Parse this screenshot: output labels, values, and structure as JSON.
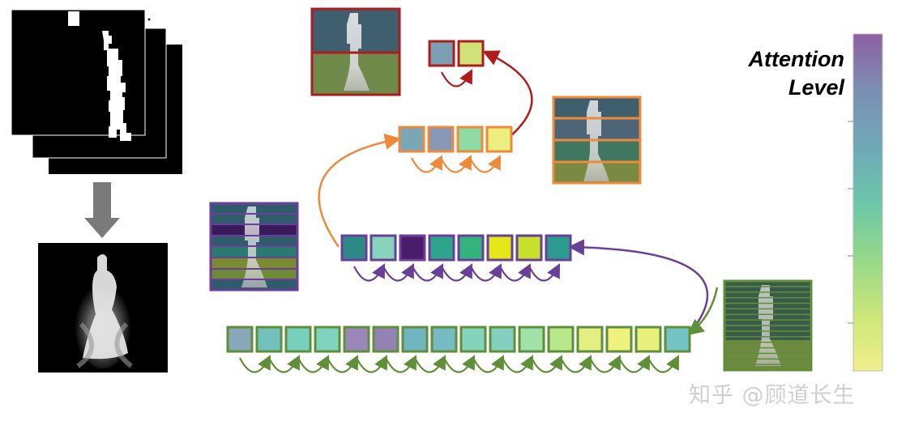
{
  "legend": {
    "title_line1": "Attention",
    "title_line2": "Level",
    "gradient_colors": [
      "#8f5fa3",
      "#7b8fb3",
      "#6fa9b8",
      "#6cc6a8",
      "#96d98a",
      "#cde67a",
      "#f1ef8c"
    ]
  },
  "watermark": "知乎 @顾道长生",
  "levels": [
    {
      "name": "level-2",
      "border": "#b01c1c",
      "arrow": "#b01c1c",
      "cells": [
        "#7ca0b3",
        "#cfe27a"
      ]
    },
    {
      "name": "level-4",
      "border": "#ef8a3a",
      "arrow": "#ef8a3a",
      "cells": [
        "#79a7b5",
        "#8697b8",
        "#8fdba6",
        "#ecef7f"
      ]
    },
    {
      "name": "level-8",
      "border": "#6a3f98",
      "arrow": "#6a3f98",
      "cells": [
        "#2f8a87",
        "#88d3bc",
        "#4a1c6a",
        "#2da58b",
        "#35b37f",
        "#e5e617",
        "#c5e12b",
        "#2a9b8c"
      ]
    },
    {
      "name": "level-16",
      "border": "#5f8f38",
      "arrow": "#5f8f38",
      "cells": [
        "#8aa6bb",
        "#72c1be",
        "#77cfbd",
        "#7fd3bf",
        "#9b86b9",
        "#9482b5",
        "#6fb6c1",
        "#76bbc3",
        "#84d3bd",
        "#84d0c0",
        "#9fe2aa",
        "#b8e78c",
        "#e3ef84",
        "#eff27f",
        "#e8ef7a",
        "#75c4c5"
      ]
    }
  ],
  "colors": {
    "arrow_gray": "#7a7a7a",
    "silhouette_bg": "#000000",
    "silhouette_fg": "#ffffff"
  }
}
